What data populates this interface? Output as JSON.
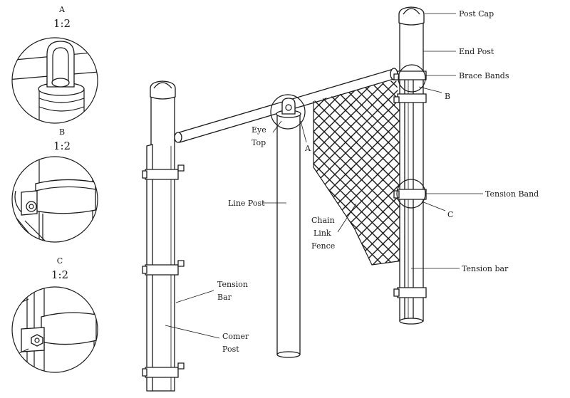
{
  "details": {
    "a": {
      "letter": "A",
      "scale": "1:2"
    },
    "b": {
      "letter": "B",
      "scale": "1:2"
    },
    "c": {
      "letter": "C",
      "scale": "1:2"
    }
  },
  "labels": {
    "post_cap": "Post Cap",
    "end_post": "End Post",
    "brace_bands": "Brace Bands",
    "detail_b": "B",
    "eye_top_1": "Eye",
    "eye_top_2": "Top",
    "detail_a": "A",
    "tension_band": "Tension Band",
    "detail_c": "C",
    "line_post": "Line Post",
    "chain_link_1": "Chain",
    "chain_link_2": "Link",
    "chain_link_3": "Fence",
    "tension_bar_right": "Tension bar",
    "tension_bar_left_1": "Tension",
    "tension_bar_left_2": "Bar",
    "corner_post_1": "Comer",
    "corner_post_2": "Post"
  }
}
